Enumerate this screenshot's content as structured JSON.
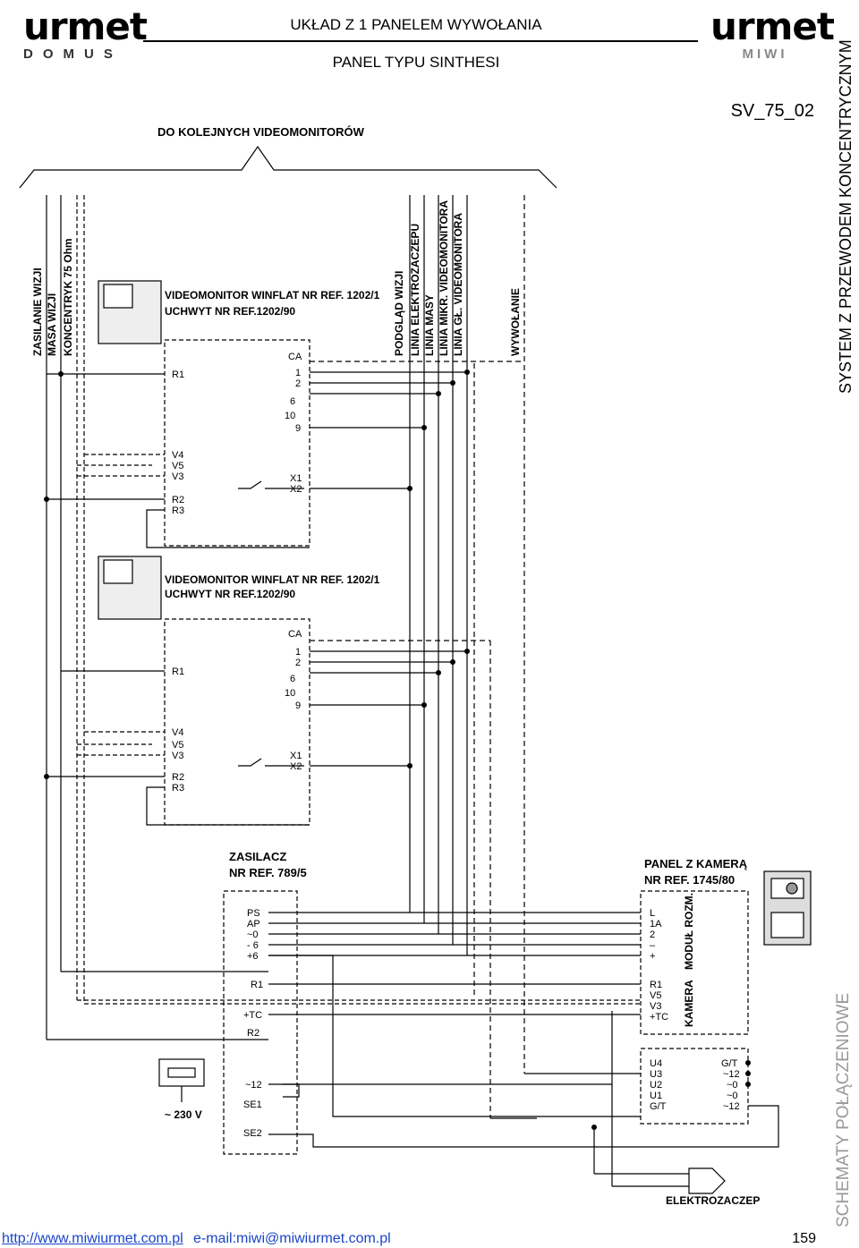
{
  "header": {
    "logo_left_main": "urmet",
    "logo_left_sub": "DOMUS",
    "title_line1": "UKŁAD Z 1 PANELEM WYWOŁANIA",
    "title_line2": "PANEL TYPU SINTHESI",
    "logo_right_main": "urmet",
    "logo_right_sub": "MIWI",
    "diagram_code": "SV_75_02"
  },
  "side": {
    "top_vertical": "SYSTEM Z PRZEWODEM KONCENTRYCZNYM",
    "bottom_vertical": "SCHEMATY POŁĄCZENIOWE"
  },
  "diagram": {
    "top_label": "DO KOLEJNYCH VIDEOMONITORÓW",
    "left_wires": [
      "ZASILANIE WIZJI",
      "MASA WIZJI",
      "KONCENTRYK 75 Ohm"
    ],
    "right_wires": [
      "PODGLĄD WIZJI",
      "LINIA ELEKTROZACZEPU",
      "LINIA MASY",
      "LINIA MIKR. VIDEOMONITORA",
      "LINIA GŁ. VIDEOMONITORA",
      "WYWOŁANIE"
    ],
    "monitor1": {
      "line1": "VIDEOMONITOR WINFLAT NR REF. 1202/1",
      "line2": "UCHWYT NR REF.1202/90"
    },
    "monitor2": {
      "line1": "VIDEOMONITOR WINFLAT NR REF. 1202/1",
      "line2": "UCHWYT NR REF.1202/90"
    },
    "monitor_left_terms": [
      "R1",
      "V4",
      "V5",
      "V3",
      "R2",
      "R3"
    ],
    "monitor_right_terms": [
      "CA",
      "1",
      "2",
      "6",
      "10",
      "9",
      "X1",
      "X2"
    ],
    "psu_title": "ZASILACZ",
    "psu_ref": "NR REF. 789/5",
    "psu_terms": [
      "PS",
      "AP",
      "~0",
      "- 6",
      "+6",
      "R1",
      "+TC",
      "R2",
      "~12",
      "SE1",
      "SE2"
    ],
    "mains": "~ 230 V",
    "panel_title": "PANEL Z KAMERĄ",
    "panel_ref": "NR REF. 1745/80",
    "panel_terms_module": [
      "L",
      "1A",
      "2",
      "–",
      "+"
    ],
    "module_label": "MODUŁ ROZM.",
    "panel_terms_camera": [
      "R1",
      "V5",
      "V3",
      "+TC"
    ],
    "camera_label": "KAMERA",
    "panel_terms_lower_left": [
      "U4",
      "U3",
      "U2",
      "U1",
      "G/T"
    ],
    "panel_terms_lower_right": [
      "G/T",
      "~12",
      "~0",
      "~0",
      "~12"
    ],
    "door_strike": "ELEKTROZACZEP"
  },
  "footer": {
    "url": "http://www.miwiurmet.com.pl",
    "email": "e-mail:miwi@miwiurmet.com.pl",
    "page": "159"
  }
}
